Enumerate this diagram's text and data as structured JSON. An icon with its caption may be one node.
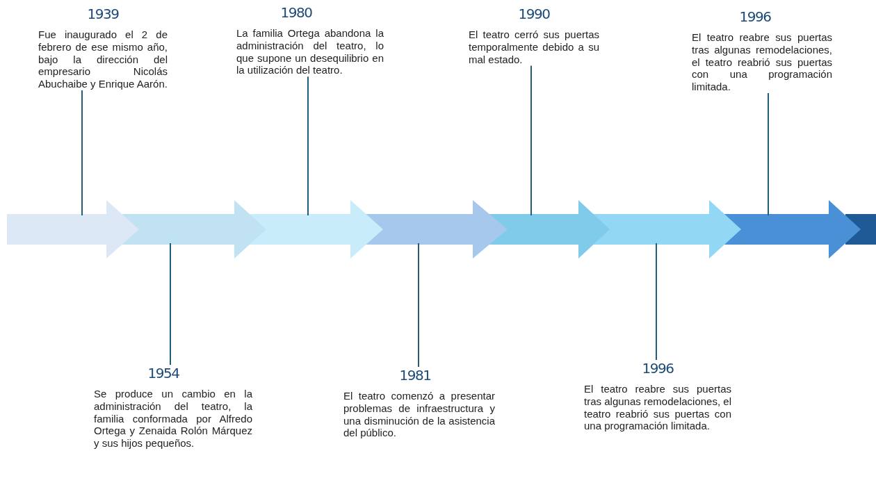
{
  "diagram": {
    "nodes": [
      {
        "text": [
          "1939",
          "Fue inaugurado el 2 de febrero de ese mismo año, bajo la dirección del empresario Nicolás Abuchaibe y Enrique Aarón."
        ]
      },
      {
        "text": [
          "1954",
          "Se produce un cambio en la administración del teatro, la familia conformada por Alfredo Ortega y Zenaida Rolón Márquez y sus hijos pequeños."
        ]
      },
      {
        "text": [
          "1980",
          "La familia Ortega abandona la administración del teatro, lo que supone un desequilibrio en la utilización del teatro."
        ]
      },
      {
        "text": [
          "1981",
          "El teatro comenzó a presentar problemas de infraestructura y una disminución de la asistencia del público."
        ]
      },
      {
        "text": [
          "1990",
          "El teatro cerró sus puertas temporalmente debido a su mal estado."
        ]
      },
      {
        "text": [
          "1996",
          "El teatro reabre sus puertas tras algunas remodelaciones, el teatro reabrió sus puertas con una programación limitada."
        ]
      },
      {
        "text": [
          "1996",
          "El teatro reabre sus puertas tras algunas remodelaciones, el teatro reabrió sus puertas con una programación limitada."
        ]
      }
    ],
    "edges": [
      {
        "from": 0,
        "to": null,
        "arrow": "none"
      },
      {
        "from": 1,
        "to": null,
        "arrow": "none"
      },
      {
        "from": 2,
        "to": null,
        "arrow": "none"
      },
      {
        "from": 3,
        "to": null,
        "arrow": "none"
      },
      {
        "from": 4,
        "to": null,
        "arrow": "none"
      },
      {
        "from": 5,
        "to": null,
        "arrow": "none"
      },
      {
        "from": 6,
        "to": null,
        "arrow": "none"
      }
    ]
  }
}
